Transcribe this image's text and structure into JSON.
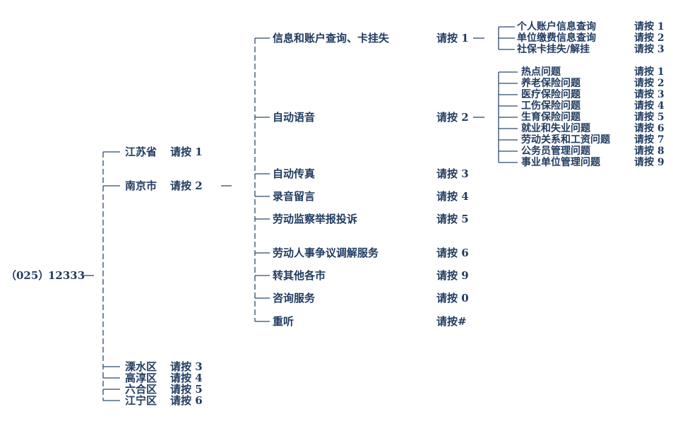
{
  "root": {
    "area_code": "（025）",
    "number": "12333"
  },
  "level1": [
    {
      "name": "江苏省",
      "press": "请按 1"
    },
    {
      "name": "南京市",
      "press": "请按 2"
    },
    {
      "name": "溧水区",
      "press": "请按 3"
    },
    {
      "name": "高淳区",
      "press": "请按 4"
    },
    {
      "name": "六合区",
      "press": "请按 5"
    },
    {
      "name": "江宁区",
      "press": "请按 6"
    }
  ],
  "level2": [
    {
      "name": "信息和账户查询、卡挂失",
      "press": "请按 1"
    },
    {
      "name": "自动语音",
      "press": "请按 2"
    },
    {
      "name": "自动传真",
      "press": "请按 3"
    },
    {
      "name": "录音留言",
      "press": "请按 4"
    },
    {
      "name": "劳动监察举报投诉",
      "press": "请按 5"
    },
    {
      "name": "劳动人事争议调解服务",
      "press": "请按 6"
    },
    {
      "name": "转其他各市",
      "press": "请按 9"
    },
    {
      "name": "咨询服务",
      "press": "请按 0"
    },
    {
      "name": "重听",
      "press": "请按#"
    }
  ],
  "level3_info": [
    {
      "name": "个人账户信息查询",
      "press": "请按 1"
    },
    {
      "name": "单位缴费信息查询",
      "press": "请按 2"
    },
    {
      "name": "社保卡挂失/解挂",
      "press": "请按 3"
    }
  ],
  "level3_voice": [
    {
      "name": "热点问题",
      "press": "请按 1"
    },
    {
      "name": "养老保险问题",
      "press": "请按 2"
    },
    {
      "name": "医疗保险问题",
      "press": "请按 3"
    },
    {
      "name": "工伤保险问题",
      "press": "请按 4"
    },
    {
      "name": "生育保险问题",
      "press": "请按 5"
    },
    {
      "name": "就业和失业问题",
      "press": "请按 6"
    },
    {
      "name": "劳动关系和工资问题",
      "press": "请按 7"
    },
    {
      "name": "公务员管理问题",
      "press": "请按 8"
    },
    {
      "name": "事业单位管理问题",
      "press": "请按 9"
    }
  ]
}
